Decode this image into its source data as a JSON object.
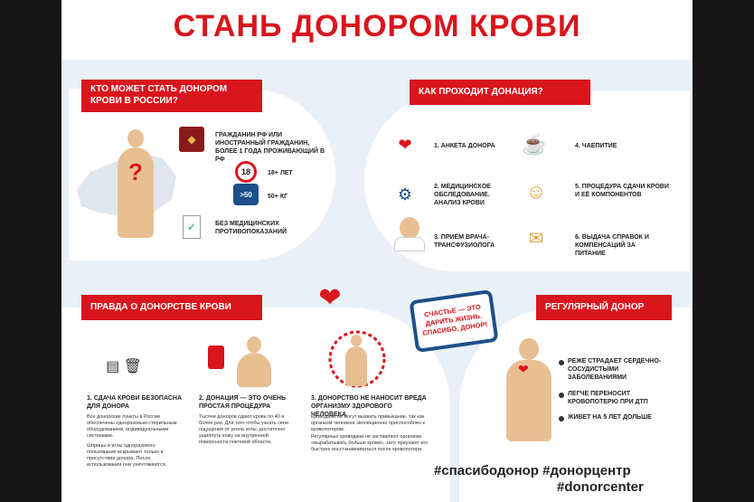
{
  "title": "СТАНЬ ДОНОРОМ КРОВИ",
  "who": {
    "heading": "КТО МОЖЕТ СТАТЬ ДОНОРОМ КРОВИ В РОССИИ?",
    "items": [
      {
        "text": "ГРАЖДАНИН РФ ИЛИ ИНОСТРАННЫЙ ГРАЖДАНИН, БОЛЕЕ 1 ГОДА ПРОЖИВАЮЩИЙ В РФ",
        "icon": "passport-icon"
      },
      {
        "text": "18+ ЛЕТ",
        "icon": "age-18-icon",
        "badge": "18"
      },
      {
        "text": "50+ КГ",
        "icon": "scale-icon",
        "badge": ">50"
      },
      {
        "text": "БЕЗ МЕДИЦИНСКИХ ПРОТИВОПОКАЗАНИЙ",
        "icon": "checklist-icon"
      }
    ]
  },
  "process": {
    "heading": "КАК ПРОХОДИТ ДОНАЦИЯ?",
    "steps": [
      {
        "text": "1. АНКЕТА ДОНОРА",
        "icon": "form-icon"
      },
      {
        "text": "2. МЕДИЦИНСКОЕ ОБСЛЕДОВАНИЕ. АНАЛИЗ КРОВИ",
        "icon": "test-tubes-icon"
      },
      {
        "text": "3. ПРИЁМ ВРАЧА-ТРАНСФУЗИОЛОГА",
        "icon": "doctor-icon"
      },
      {
        "text": "4. ЧАЕПИТИЕ",
        "icon": "tea-icon"
      },
      {
        "text": "5. ПРОЦЕДУРА СДАЧИ КРОВИ И ЕЁ КОМПОНЕНТОВ",
        "icon": "donation-chair-icon"
      },
      {
        "text": "6. ВЫДАЧА СПРАВОК И КОМПЕНСАЦИЙ ЗА ПИТАНИЕ",
        "icon": "documents-icon"
      }
    ]
  },
  "truth": {
    "heading": "ПРАВДА О ДОНОРСТВЕ КРОВИ",
    "cols": [
      {
        "title": "1. СДАЧА КРОВИ БЕЗОПАСНА ДЛЯ ДОНОРА",
        "body": "Все донорские пункты в России обеспечены одноразовым стерильным оборудованием, индивидуальными системами.",
        "body2": "Шприцы и иглы одноразового пользования вскрывают только в присутствии донора. После использования они уничтожаются."
      },
      {
        "title": "2. ДОНАЦИЯ — ЭТО ОЧЕНЬ ПРОСТАЯ ПРОЦЕДУРА",
        "body": "Тысячи доноров сдают кровь по 40 и более раз. Для того чтобы узнать свои ощущения от укола иглы, достаточно ущипнуть кожу на внутренней поверхности локтевой области."
      },
      {
        "title": "3. ДОНОРСТВО НЕ НАНОСИТ ВРЕДА ОРГАНИЗМУ ЗДОРОВОГО ЧЕЛОВЕКА",
        "body": "Кроводачи не могут вызвать привыкание, так как организм человека эволюционно приспособлен к кровопотерям.",
        "body2": "Регулярные кроводачи не заставляют организм «вырабатывать больше крови», зато приучают его быстрее восстанавливаться после кровопотери."
      }
    ]
  },
  "bubble": "СЧАСТЬЕ — ЭТО ДАРИТЬ ЖИЗНЬ. СПАСИБО, ДОНОР!",
  "regular": {
    "heading": "РЕГУЛЯРНЫЙ ДОНОР",
    "items": [
      "РЕЖЕ СТРАДАЕТ СЕРДЕЧНО-СОСУДИСТЫМИ ЗАБОЛЕВАНИЯМИ",
      "ЛЕГЧЕ ПЕРЕНОСИТ КРОВОПОТЕРЮ ПРИ ДТП",
      "ЖИВЕТ НА 5 ЛЕТ ДОЛЬШЕ"
    ]
  },
  "hashtags": {
    "line1": "#спасибодонор #донорцентр",
    "line2": "#donorcenter"
  },
  "colors": {
    "accent": "#d9151d",
    "navy": "#1d4f8a",
    "skin": "#e8bf93",
    "bg": "#e9f0f7"
  }
}
